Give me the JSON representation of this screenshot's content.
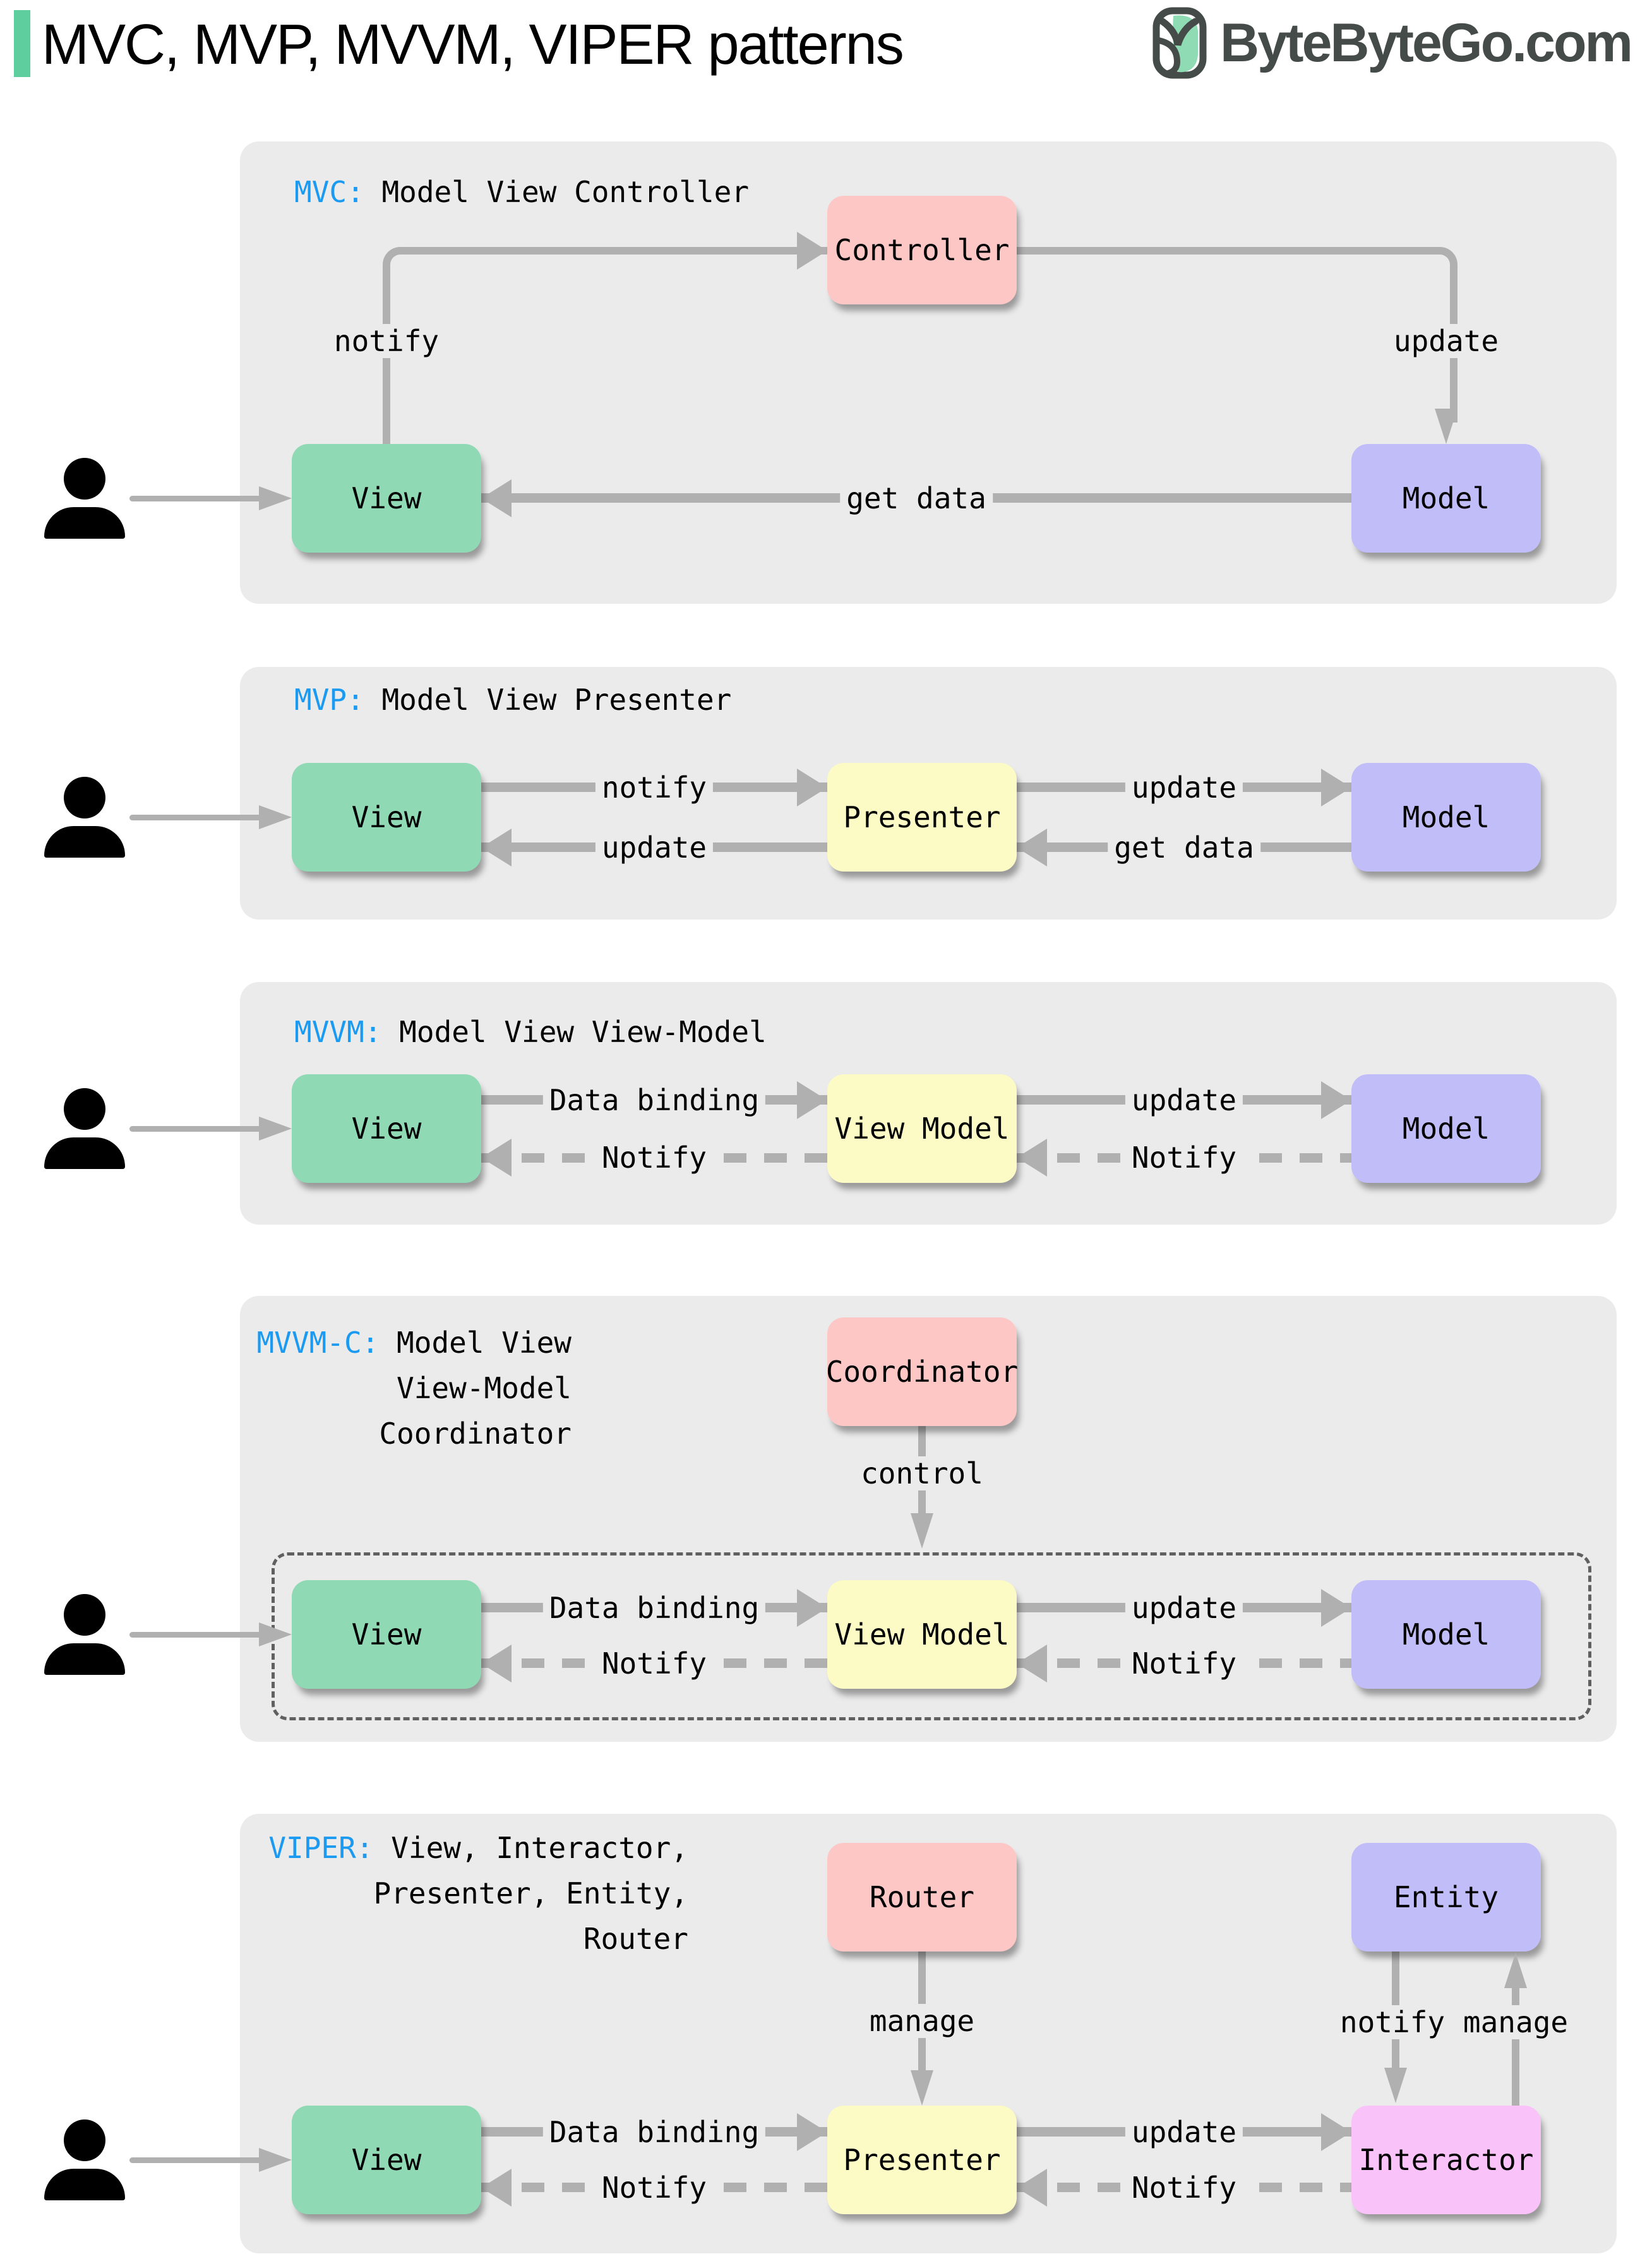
{
  "header": {
    "title": "MVC, MVP, MVVM, VIPER patterns",
    "logo_text": "ByteByteGo.com"
  },
  "colors": {
    "accent_green": "#5fce9f",
    "panel_bg": "#ebebeb",
    "view_green": "#8fd9b4",
    "controller_pink": "#fdc7c6",
    "presenter_yellow": "#fcfac5",
    "model_purple": "#c1bdf8",
    "interactor_magenta": "#f9c3f9",
    "arrow_gray": "#b0b0b0",
    "tag_blue": "#1b9af2",
    "logo_dark": "#454b48"
  },
  "sections": [
    {
      "tag": "MVC:",
      "desc": " Model View Controller",
      "boxes": {
        "controller": "Controller",
        "view": "View",
        "model": "Model"
      },
      "labels": {
        "notify": "notify",
        "update": "update",
        "get_data": "get data"
      }
    },
    {
      "tag": "MVP:",
      "desc": " Model View Presenter",
      "boxes": {
        "view": "View",
        "presenter": "Presenter",
        "model": "Model"
      },
      "labels": {
        "notify": "notify",
        "update_top": "update",
        "update_bottom": "update",
        "get_data": "get data"
      }
    },
    {
      "tag": "MVVM:",
      "desc": " Model View View-Model",
      "boxes": {
        "view": "View",
        "view_model": "View Model",
        "model": "Model"
      },
      "labels": {
        "data_binding": "Data binding",
        "update": "update",
        "notify_left": "Notify",
        "notify_right": "Notify"
      }
    },
    {
      "tag": "MVVM-C:",
      "desc_lines": [
        " Model View",
        "View-Model",
        "Coordinator"
      ],
      "boxes": {
        "coordinator": "Coordinator",
        "view": "View",
        "view_model": "View Model",
        "model": "Model"
      },
      "labels": {
        "control": "control",
        "data_binding": "Data binding",
        "update": "update",
        "notify_left": "Notify",
        "notify_right": "Notify"
      }
    },
    {
      "tag": "VIPER:",
      "desc_lines": [
        " View, Interactor,",
        "Presenter, Entity,",
        "Router"
      ],
      "boxes": {
        "router": "Router",
        "entity": "Entity",
        "view": "View",
        "presenter": "Presenter",
        "interactor": "Interactor"
      },
      "labels": {
        "manage_router": "manage",
        "notify_entity": "notify",
        "manage_entity": "manage",
        "data_binding": "Data binding",
        "update": "update",
        "notify_left": "Notify",
        "notify_right": "Notify"
      }
    }
  ]
}
